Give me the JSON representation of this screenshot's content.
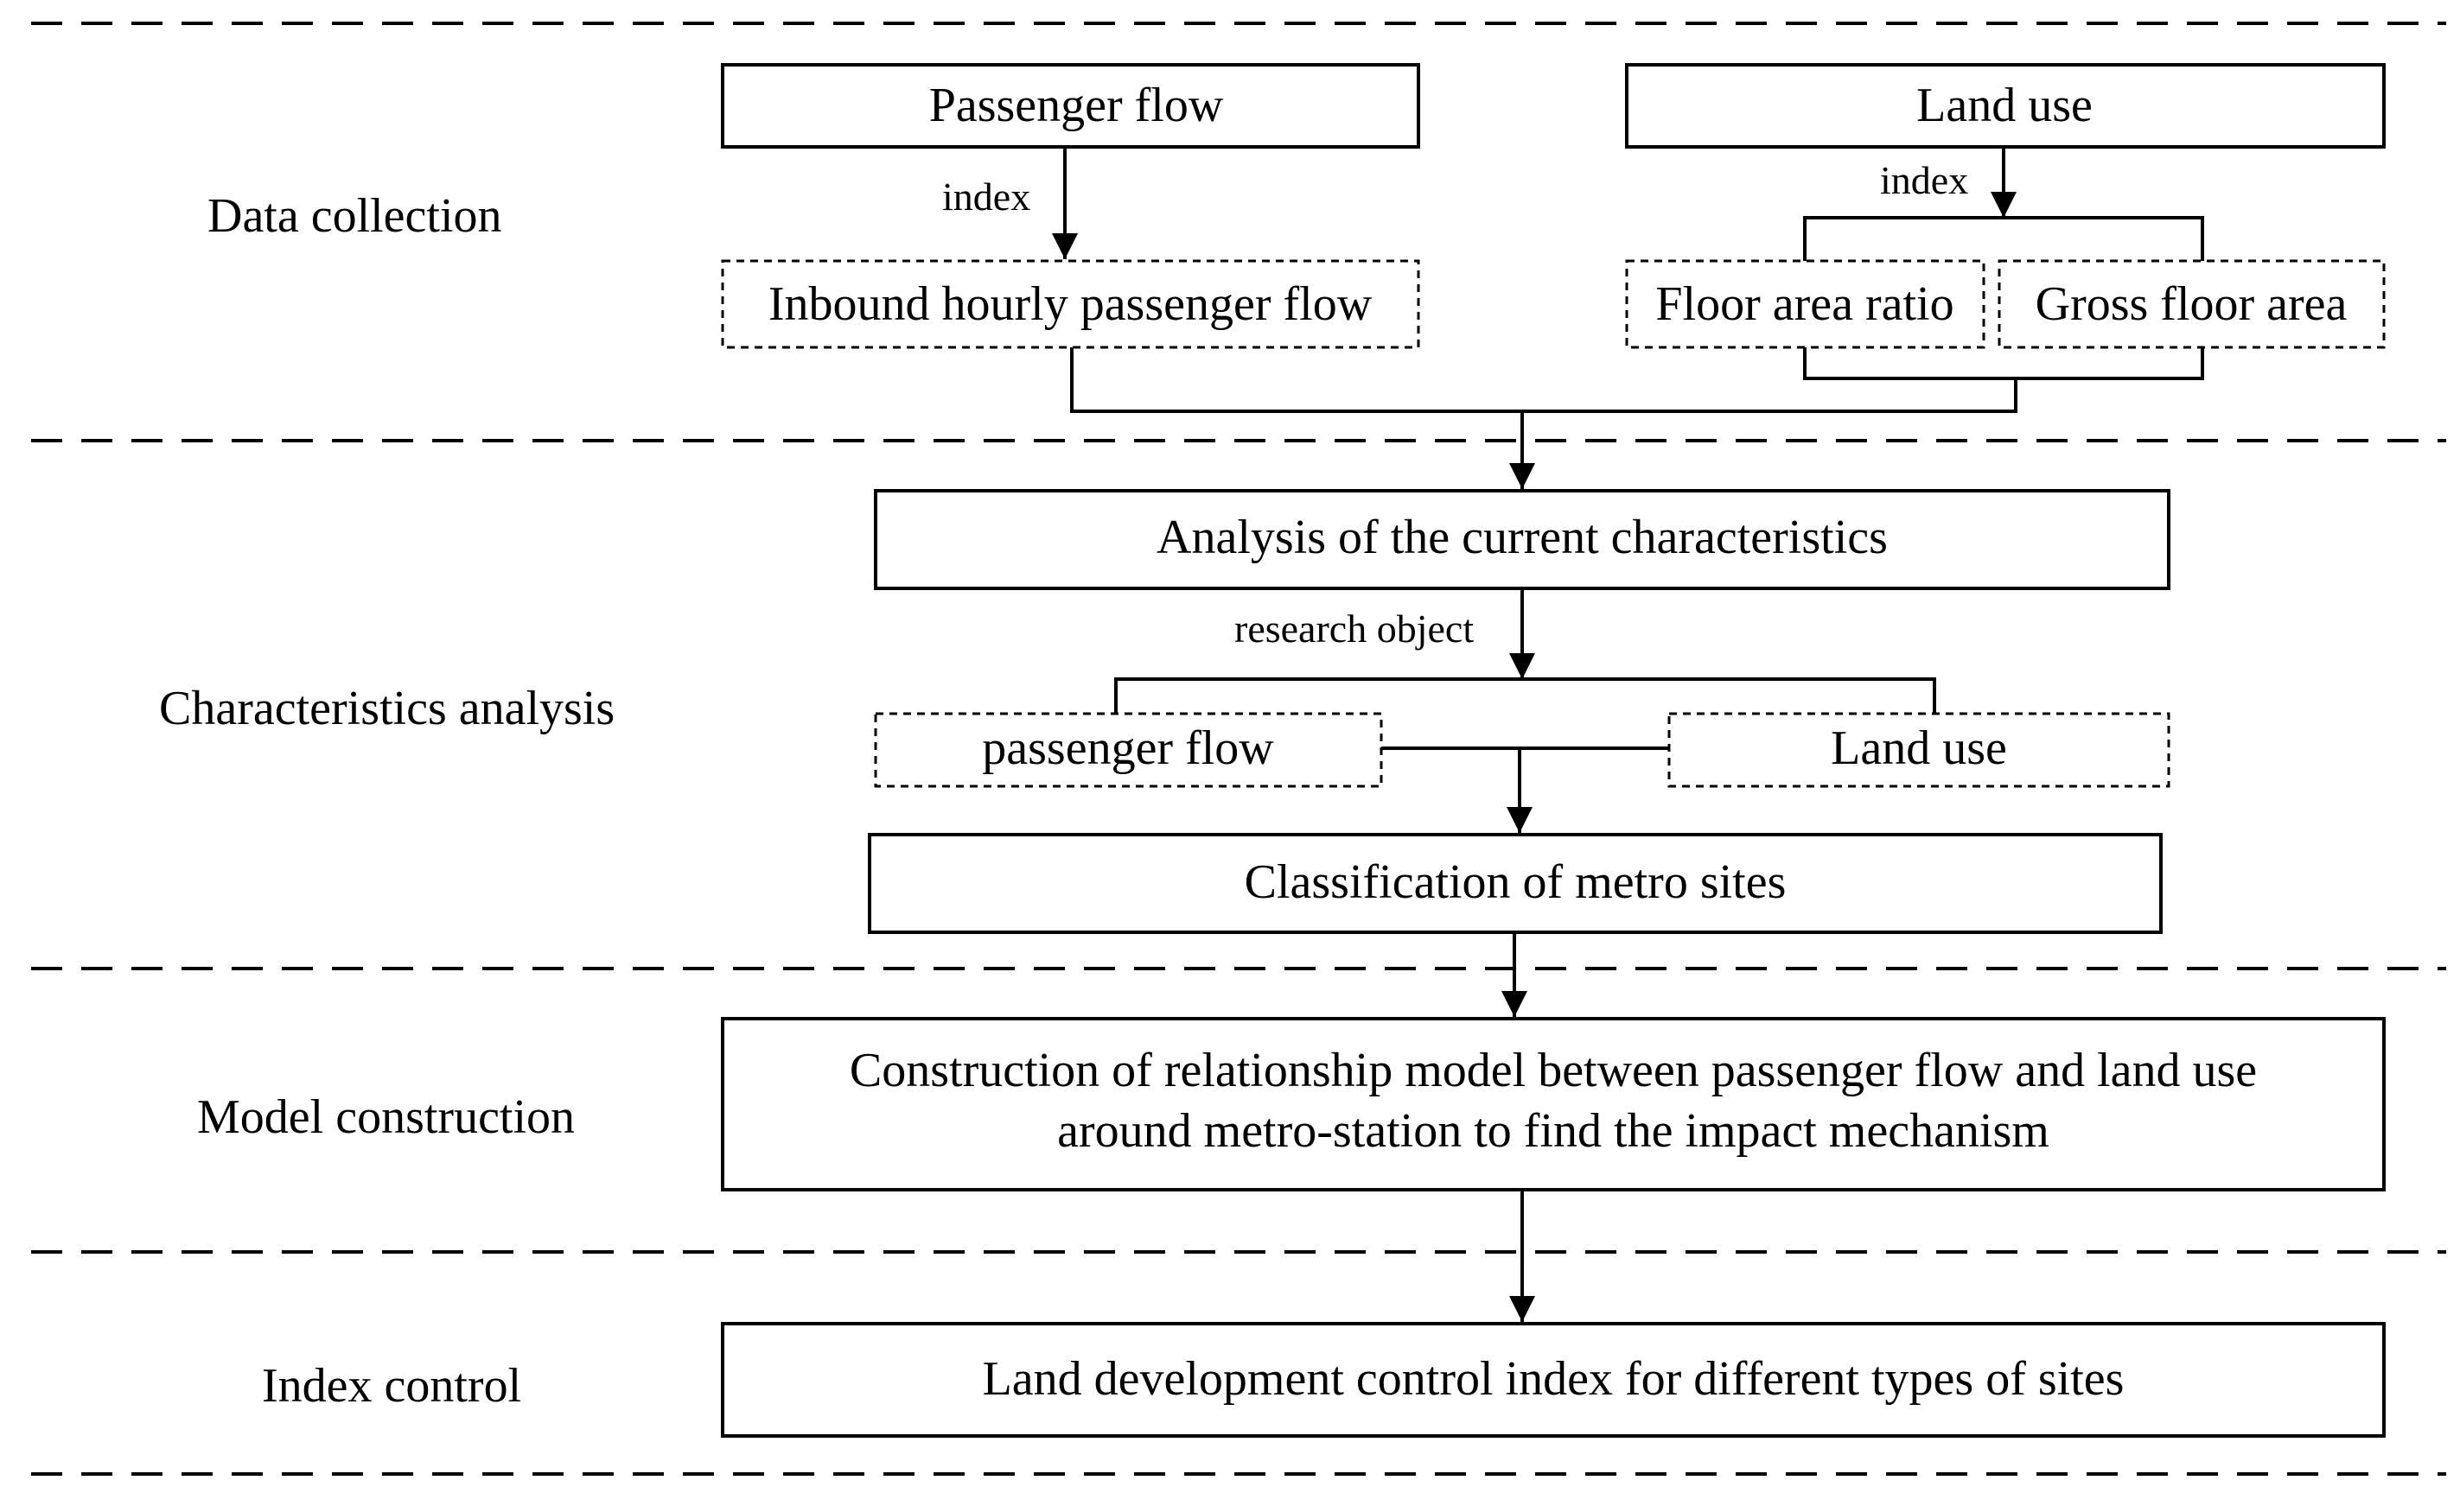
{
  "sections": {
    "data_collection": "Data collection",
    "characteristics_analysis": "Characteristics analysis",
    "model_construction": "Model construction",
    "index_control": "Index control"
  },
  "boxes": {
    "passenger_flow": "Passenger flow",
    "land_use": "Land use",
    "inbound_hourly": "Inbound hourly passenger flow",
    "floor_area_ratio": "Floor area ratio",
    "gross_floor_area": "Gross floor area",
    "analysis": "Analysis of the current characteristics",
    "passenger_flow_lower": "passenger flow",
    "land_use_lower": "Land use",
    "classification": "Classification of metro sites",
    "model_line1": "Construction of relationship model between passenger flow and land use",
    "model_line2": "around metro-station to find the impact mechanism",
    "control_index": "Land development control index for different types of sites"
  },
  "edge_labels": {
    "index_left": "index",
    "index_right": "index",
    "research_object": "research object"
  }
}
